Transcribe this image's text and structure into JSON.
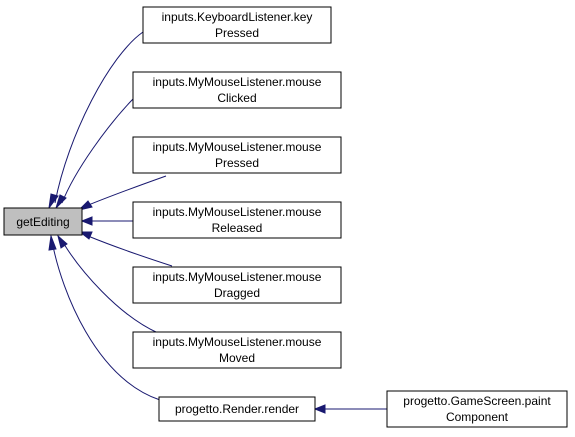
{
  "colors": {
    "edge": "#191970",
    "root_fill": "#bfbfbf",
    "node_fill": "#ffffff",
    "node_border": "#000000"
  },
  "nodes": {
    "root": {
      "lines": [
        "getEditing"
      ]
    },
    "key_pressed": {
      "lines": [
        "inputs.KeyboardListener.key",
        "Pressed"
      ]
    },
    "mouse_clicked": {
      "lines": [
        "inputs.MyMouseListener.mouse",
        "Clicked"
      ]
    },
    "mouse_pressed": {
      "lines": [
        "inputs.MyMouseListener.mouse",
        "Pressed"
      ]
    },
    "mouse_released": {
      "lines": [
        "inputs.MyMouseListener.mouse",
        "Released"
      ]
    },
    "mouse_dragged": {
      "lines": [
        "inputs.MyMouseListener.mouse",
        "Dragged"
      ]
    },
    "mouse_moved": {
      "lines": [
        "inputs.MyMouseListener.mouse",
        "Moved"
      ]
    },
    "render": {
      "lines": [
        "progetto.Render.render"
      ]
    },
    "paint_component": {
      "lines": [
        "progetto.GameScreen.paint",
        "Component"
      ]
    }
  },
  "edges": [
    {
      "from": "key_pressed",
      "to": "root"
    },
    {
      "from": "mouse_clicked",
      "to": "root"
    },
    {
      "from": "mouse_pressed",
      "to": "root"
    },
    {
      "from": "mouse_released",
      "to": "root"
    },
    {
      "from": "mouse_dragged",
      "to": "root"
    },
    {
      "from": "mouse_moved",
      "to": "root"
    },
    {
      "from": "render",
      "to": "root"
    },
    {
      "from": "paint_component",
      "to": "render"
    }
  ]
}
